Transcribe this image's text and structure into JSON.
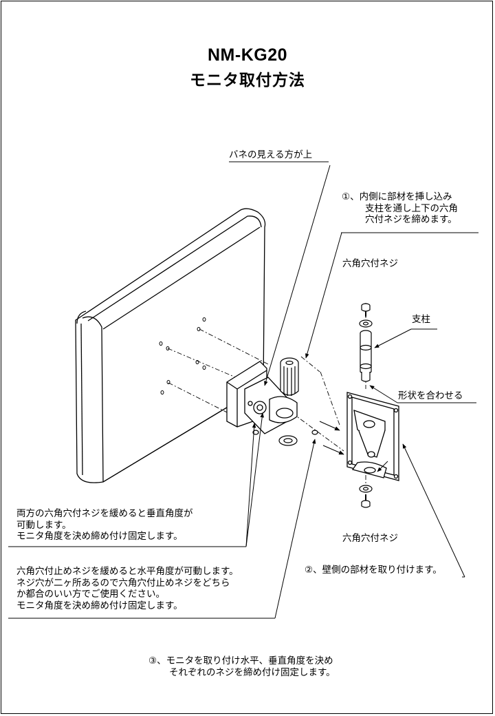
{
  "header": {
    "model": "NM-KG20",
    "title": "モニタ取付方法"
  },
  "labels": {
    "spring_side": "バネの見える方が上",
    "step1": [
      "①、内側に部材を挿し込み",
      "支柱を通し上下の六角",
      "穴付ネジを締めます。"
    ],
    "hex_screw_top": "六角穴付ネジ",
    "post": "支柱",
    "match_shape": "形状を合わせる",
    "hex_screw_bottom": "六角穴付ネジ",
    "step2": "②、壁側の部材を取り付けます。"
  },
  "notes": {
    "vertical": [
      "両方の六角穴付ネジを緩めると垂直角度が",
      "可動します。",
      "モニタ角度を決め締め付け固定します。"
    ],
    "horizontal": [
      "六角穴付止めネジを緩めると水平角度が可動します。",
      "ネジ穴が二ヶ所あるので六角穴付止めネジをどちら",
      "か都合のいい方でご使用ください。",
      "モニタ角度を決め締め付け固定します。"
    ],
    "step3": [
      "③、モニタを取り付け水平、垂直角度を決め",
      "それぞれのネジを締め付け固定します。"
    ]
  }
}
